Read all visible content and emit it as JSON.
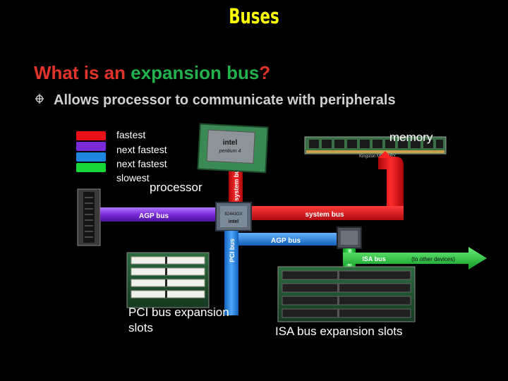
{
  "title": "Buses",
  "heading": {
    "part1": "What is an ",
    "highlight": "expansion bus",
    "part2": "?"
  },
  "bullet": {
    "icon": "circle-cross-bullet-icon",
    "text": "Allows processor to communicate with peripherals"
  },
  "legend": [
    {
      "color": "#e8111a",
      "label": "fastest"
    },
    {
      "color": "#7a2bd8",
      "label": "next fastest"
    },
    {
      "color": "#1f86e0",
      "label": "next fastest"
    },
    {
      "color": "#17d635",
      "label": "slowest"
    }
  ],
  "labels": {
    "processor": "processor",
    "memory": "memory",
    "pci": "PCI bus expansion slots",
    "isa": "ISA bus expansion slots"
  },
  "bus_labels": {
    "system_vertical": "system bus",
    "agp_left": "AGP bus",
    "system_horizontal": "system bus",
    "agp_right": "AGP bus",
    "pci_vertical": "PCI bus",
    "isa_vertical": "ISA bus",
    "isa_horizontal": "ISA bus",
    "to_other": "(to other devices)"
  },
  "chip_text": {
    "cpu_brand": "intel",
    "cpu_model": "pentium 4",
    "chipset_model": "82443GX",
    "chipset_brand": "intel",
    "memory_brand": "Kingston MEMORY"
  }
}
